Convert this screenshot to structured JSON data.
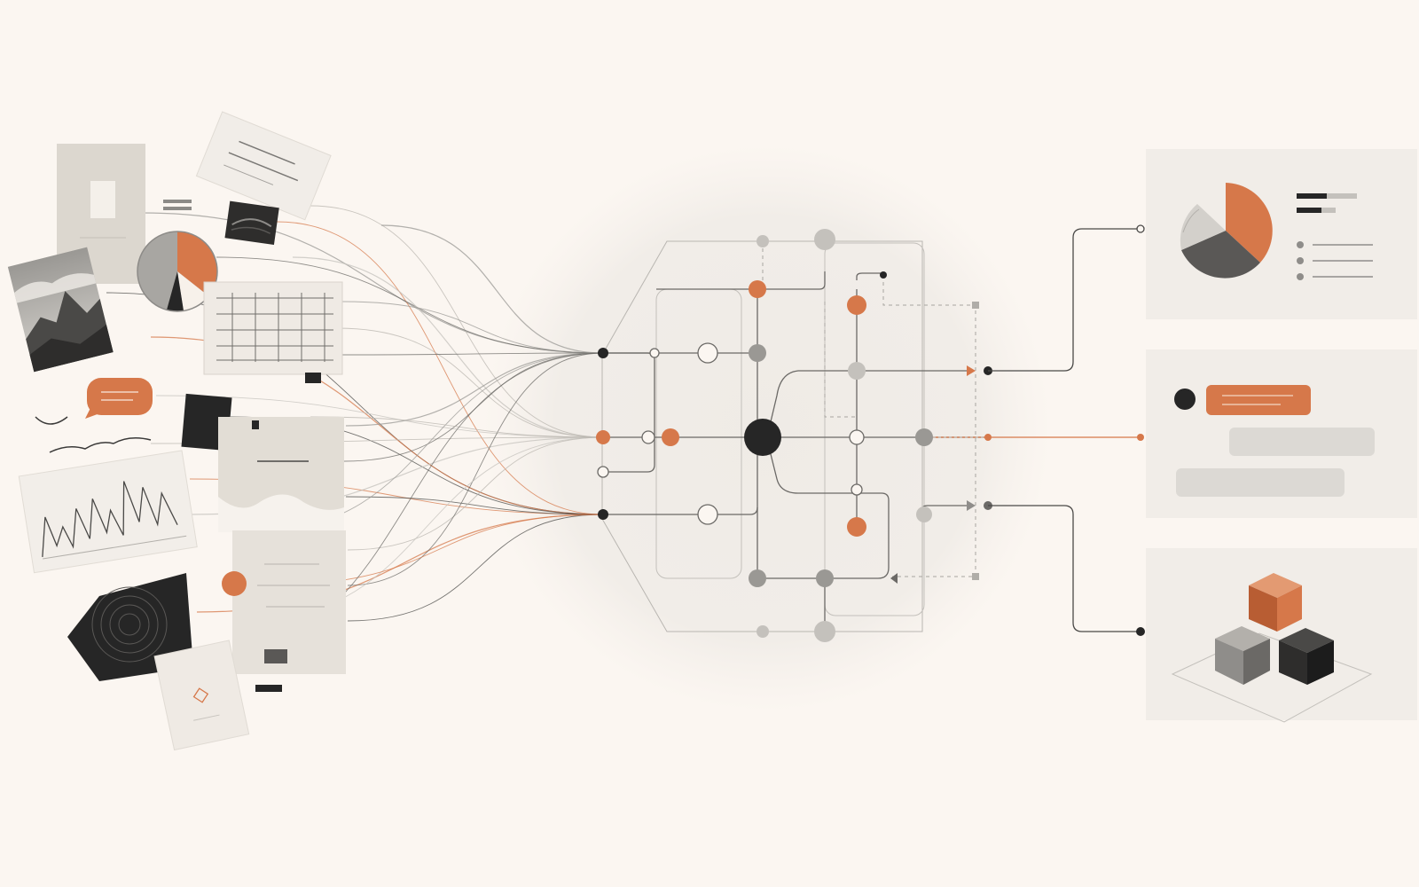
{
  "palette": {
    "background": "#fbf6f1",
    "accent": "#d6784a",
    "dark": "#262626",
    "mid": "#8f8d8a",
    "light": "#c4c1bc",
    "paper": "#ebe6df",
    "line": "#9a9894"
  },
  "inputs": [
    "paper-document-icon",
    "note-card-icon",
    "photo-thumbnail-icon",
    "pie-chart-icon",
    "mountain-photo-icon",
    "spreadsheet-grid-icon",
    "speech-bubble-icon",
    "dark-tile-icon",
    "handwriting-stroke-icon",
    "line-chart-icon",
    "torn-paper-icon",
    "concentric-circles-icon",
    "sketch-card-icon",
    "accent-dot-icon"
  ],
  "network": {
    "hub": "central-hub-node",
    "entry_ports": 3,
    "exit_ports": 3
  },
  "outputs": [
    {
      "panel": "pie-chart-report-panel",
      "icon": "pie-chart-icon"
    },
    {
      "panel": "chat-summary-panel",
      "icon": "chat-bubbles-icon"
    },
    {
      "panel": "3d-model-panel",
      "icon": "cube-stack-icon"
    }
  ]
}
